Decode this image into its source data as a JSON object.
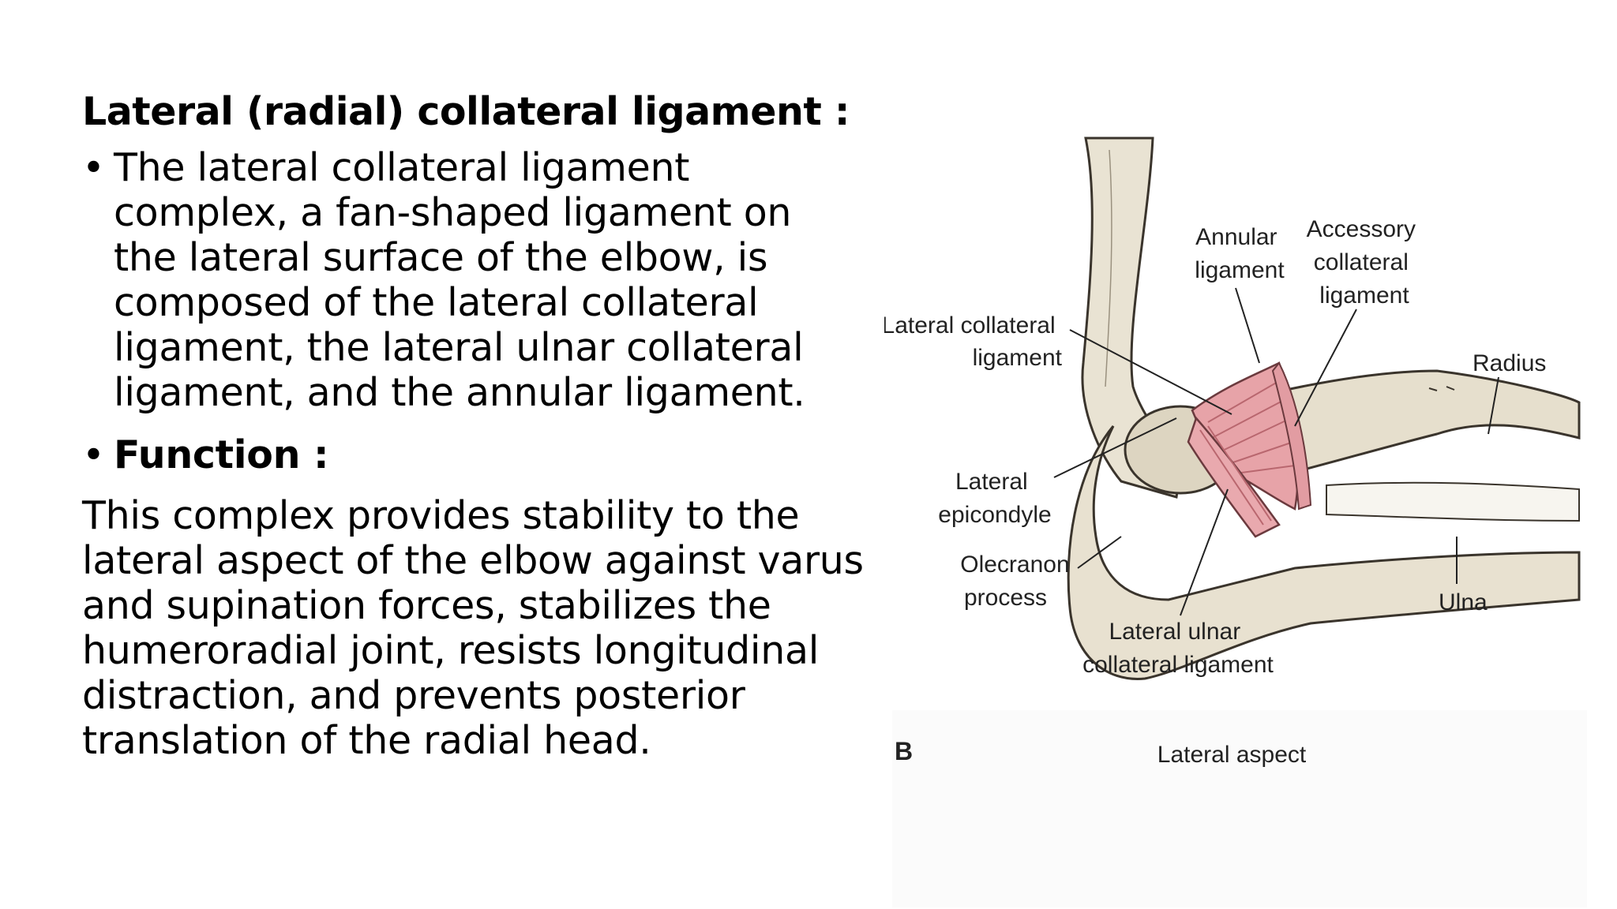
{
  "slide": {
    "heading": "Lateral (radial) collateral ligament :",
    "bullets": [
      {
        "symbol": "•",
        "lines": [
          "The lateral collateral ligament",
          "complex, a fan-shaped ligament on",
          "the lateral surface of the elbow, is",
          "composed of the lateral collateral",
          "ligament, the lateral ulnar collateral",
          "ligament, and the annular ligament."
        ]
      },
      {
        "symbol": "•",
        "text": "Function :"
      }
    ],
    "function_lines": [
      "This complex provides stability to the",
      "lateral aspect of the elbow against varus",
      "and supination forces, stabilizes the",
      "humeroradial joint, resists longitudinal",
      "distraction, and prevents posterior",
      "translation of the radial head."
    ]
  },
  "figure": {
    "labels": {
      "lateral_collateral": [
        "Lateral collateral",
        "ligament"
      ],
      "annular": [
        "Annular",
        "ligament"
      ],
      "accessory": [
        "Accessory",
        "collateral",
        "ligament"
      ],
      "radius": "Radius",
      "lateral_epicondyle": [
        "Lateral",
        "epicondyle"
      ],
      "olecranon": [
        "Olecranon",
        "process"
      ],
      "ulna": "Ulna",
      "lateral_ulnar": [
        "Lateral ulnar",
        "collateral ligament"
      ]
    },
    "panel_letter": "B",
    "caption": "Lateral aspect",
    "colors": {
      "bone": "#e8e2d2",
      "bone_outline": "#3a342c",
      "ligament": "#e7a3a8",
      "ligament_stripe": "#b9676f"
    }
  }
}
